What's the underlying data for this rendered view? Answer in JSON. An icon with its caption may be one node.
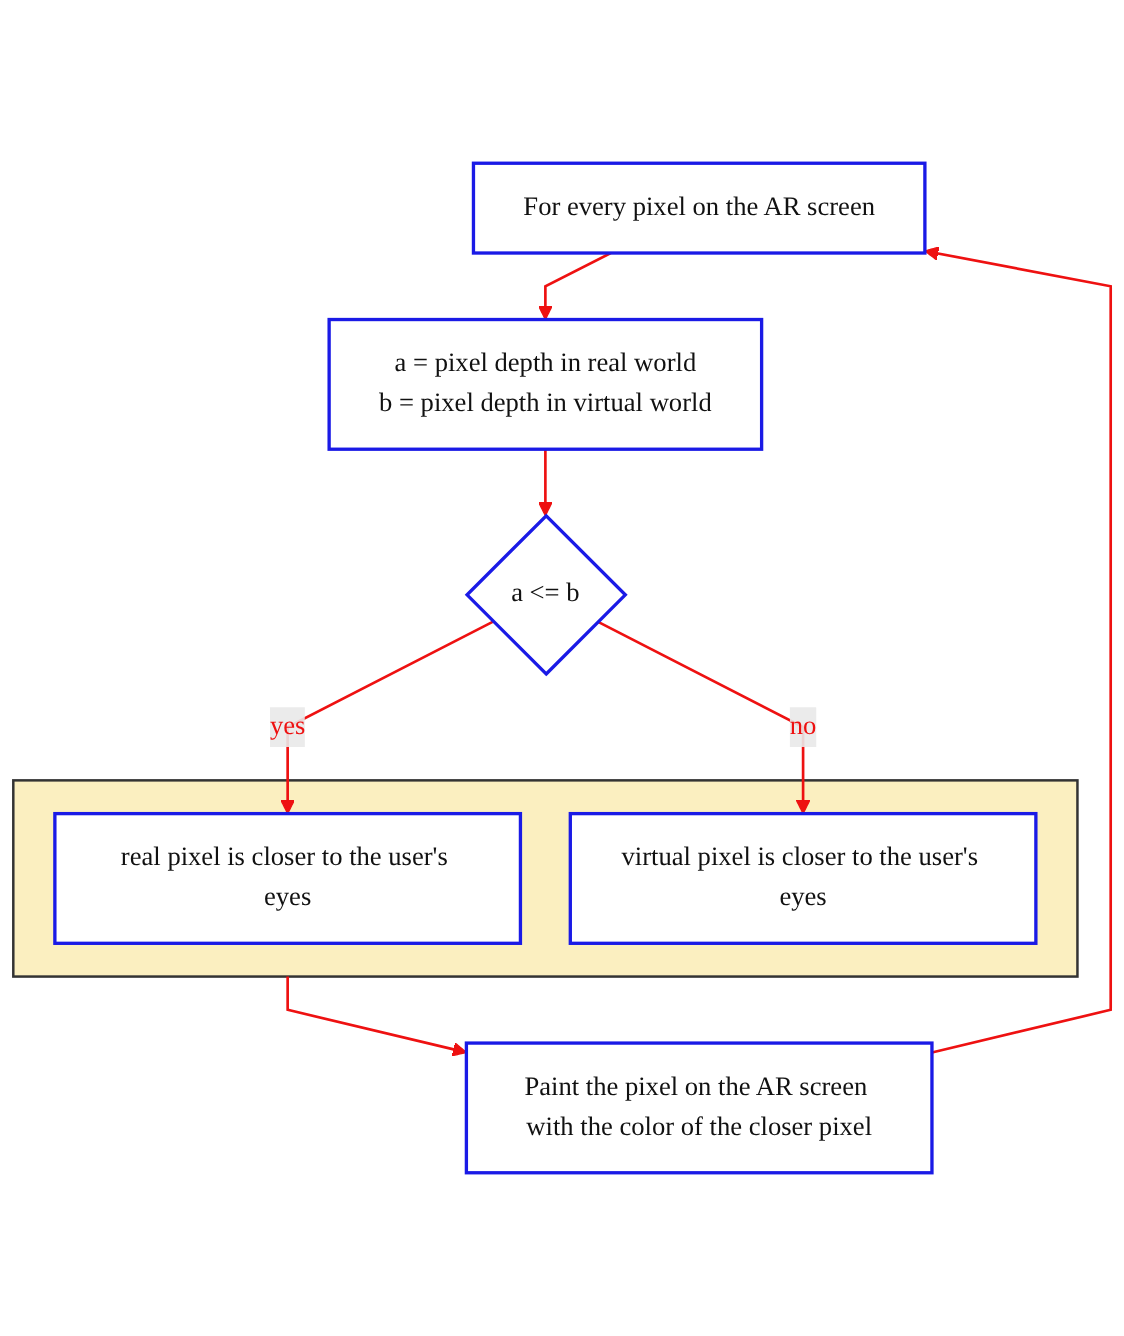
{
  "diagram": {
    "nodes": [
      {
        "text": [
          "For every pixel on the AR screen"
        ]
      },
      {
        "text": [
          "a = pixel depth in real world",
          "b = pixel depth in virtual world"
        ]
      },
      {
        "text": [
          "a <= b"
        ]
      },
      {
        "text": [],
        "shape": "box"
      },
      {
        "text": [
          "real pixel is closer to the user's eyes"
        ],
        "in": 3
      },
      {
        "text": [
          "virtual pixel is closer to the user's eyes"
        ],
        "in": 3
      },
      {
        "text": [
          "Paint the pixel on the AR screen with the color of the closer pixel"
        ]
      }
    ],
    "edges": [
      {
        "from": 0,
        "to": 1,
        "arrow": "to"
      },
      {
        "from": 1,
        "to": 2,
        "arrow": "to"
      },
      {
        "from": 2,
        "to": 4,
        "arrow": "to",
        "label": "yes"
      },
      {
        "from": 2,
        "to": 5,
        "arrow": "to",
        "label": "no"
      },
      {
        "from": 3,
        "to": 6,
        "arrow": "to"
      },
      {
        "from": 6,
        "to": 0,
        "arrow": "to"
      }
    ]
  }
}
